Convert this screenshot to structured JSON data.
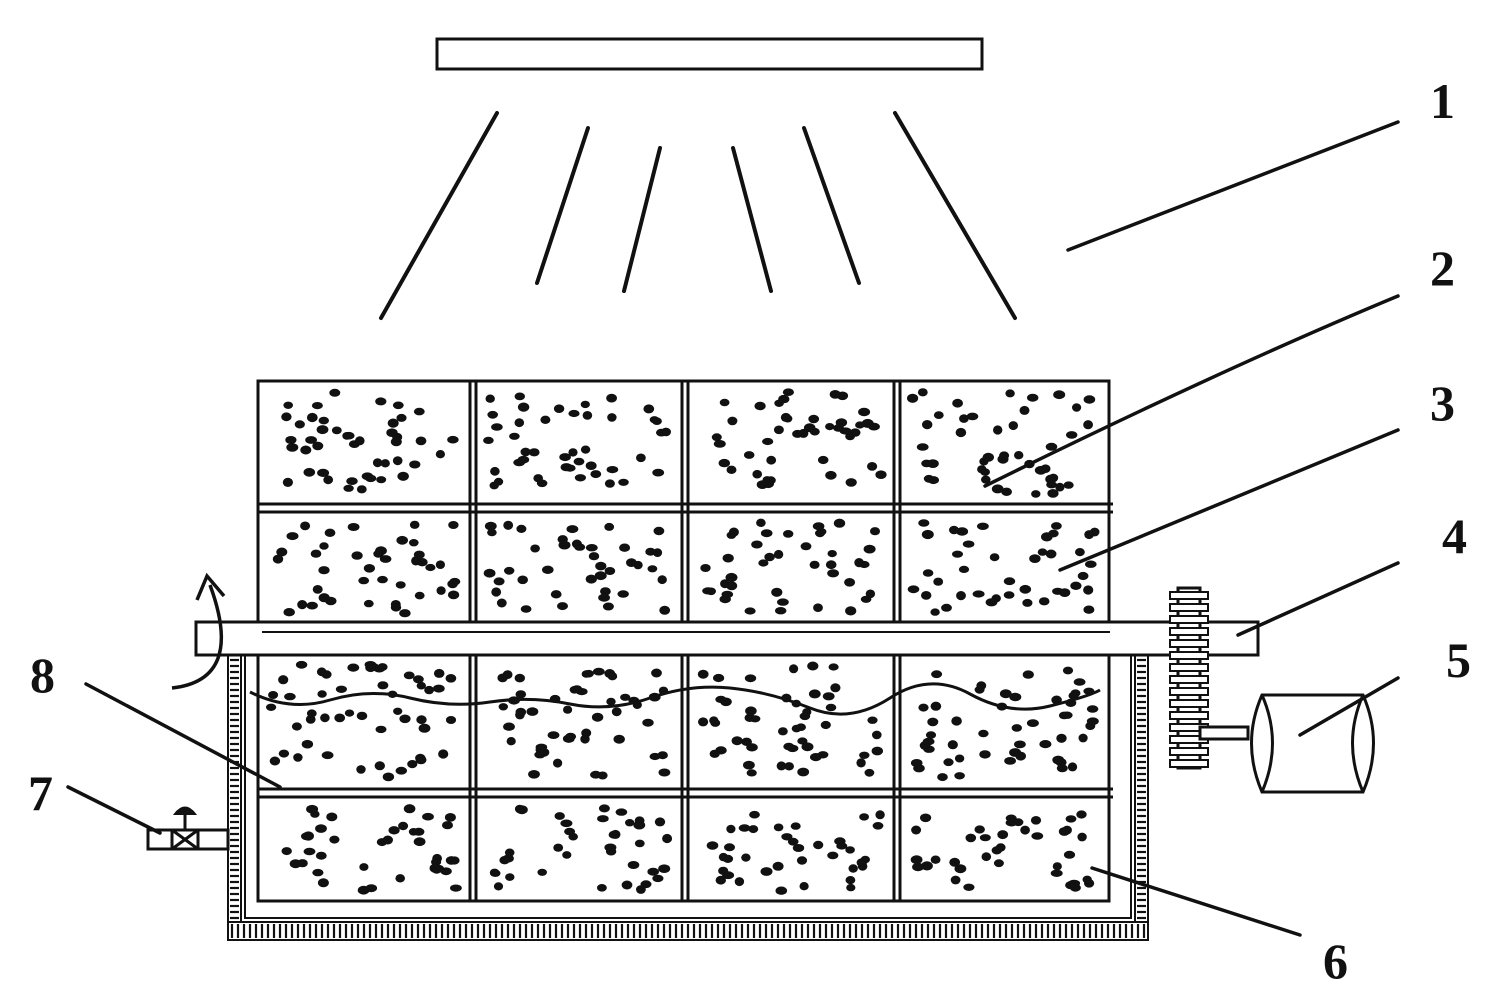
{
  "diagram": {
    "ink_color": "#111111",
    "background_color": "#ffffff",
    "callouts": [
      {
        "label": "1",
        "part": "light-source"
      },
      {
        "label": "2",
        "part": "drum-frame-crossbar"
      },
      {
        "label": "3",
        "part": "packed-media"
      },
      {
        "label": "4",
        "part": "rotating-shaft"
      },
      {
        "label": "5",
        "part": "drive-motor"
      },
      {
        "label": "6",
        "part": "media-compartment"
      },
      {
        "label": "7",
        "part": "drain-valve"
      },
      {
        "label": "8",
        "part": "liquid-level"
      }
    ]
  }
}
